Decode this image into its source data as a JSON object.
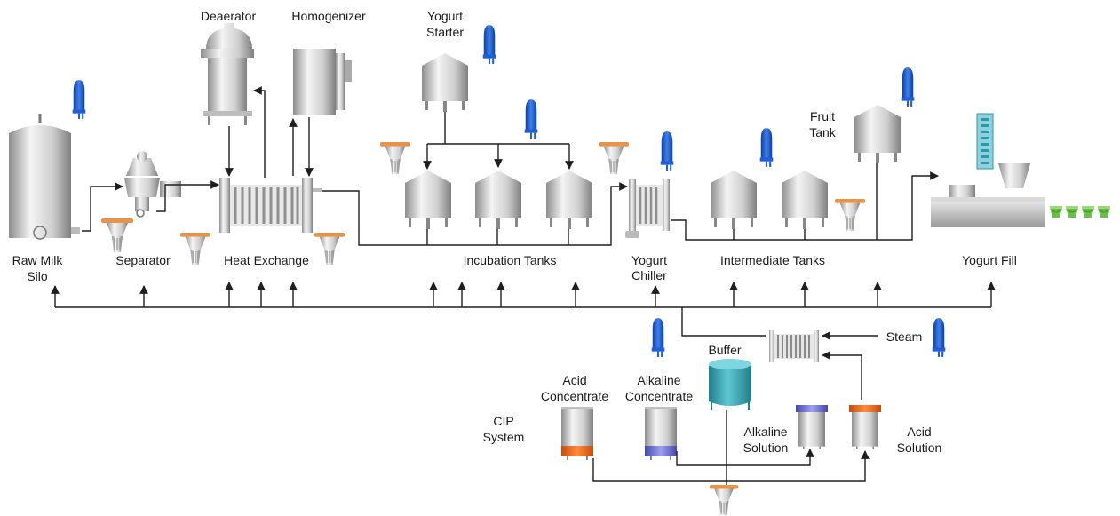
{
  "labels": {
    "raw_milk_silo_1": "Raw Milk",
    "raw_milk_silo_2": "Silo",
    "separator": "Separator",
    "heat_exchange": "Heat Exchange",
    "deaerator": "Deaerator",
    "homogenizer": "Homogenizer",
    "yogurt_starter_1": "Yogurt",
    "yogurt_starter_2": "Starter",
    "incubation_tanks": "Incubation Tanks",
    "yogurt_chiller_1": "Yogurt",
    "yogurt_chiller_2": "Chiller",
    "intermediate_tanks": "Intermediate Tanks",
    "fruit_tank_1": "Fruit",
    "fruit_tank_2": "Tank",
    "yogurt_fill": "Yogurt Fill",
    "steam": "Steam",
    "buffer": "Buffer",
    "acid_concentrate_1": "Acid",
    "acid_concentrate_2": "Concentrate",
    "alkaline_concentrate_1": "Alkaline",
    "alkaline_concentrate_2": "Concentrate",
    "cip_system_1": "CIP",
    "cip_system_2": "System",
    "alkaline_solution_1": "Alkaline",
    "alkaline_solution_2": "Solution",
    "acid_solution_1": "Acid",
    "acid_solution_2": "Solution"
  },
  "colors": {
    "line": "#1e1e1e",
    "steel_light": "#f2f2f2",
    "steel_dark": "#8c8c8c",
    "instrument_blue": "#1f5fd6",
    "pump_orange": "#e8924a",
    "buffer_teal": "#2a9aa8",
    "cup_green": "#6cc04a",
    "acid_orange": "#e8621c",
    "alkaline_blue": "#6b6fd0"
  }
}
